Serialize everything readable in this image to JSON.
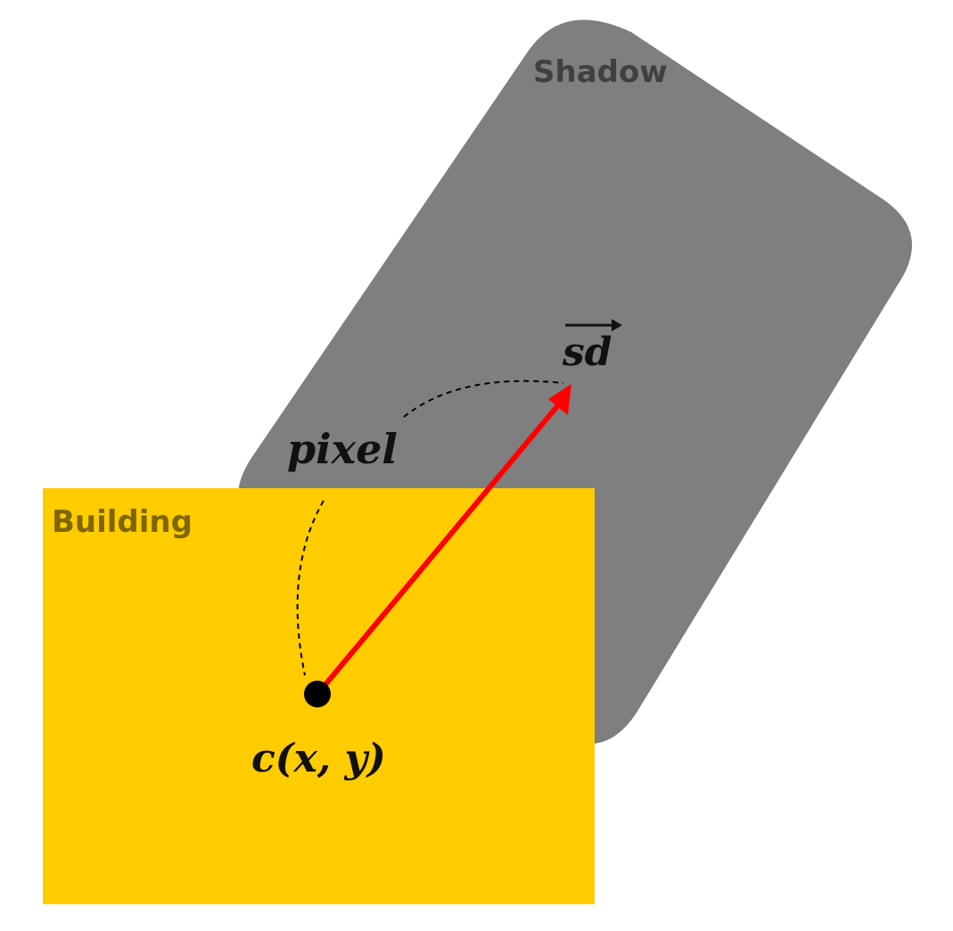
{
  "labels": {
    "shadow": "Shadow",
    "building": "Building",
    "pixel": "pixel",
    "center": "c(x, y)",
    "shadow_direction": "sd"
  },
  "colors": {
    "shadow_fill": "#7f7f7f",
    "shadow_label": "#404040",
    "building_fill": "#ffcc00",
    "building_label": "#7f6600",
    "arrow": "#ff0000",
    "point": "#000000",
    "math_text": "#111111",
    "background": "#ffffff"
  }
}
